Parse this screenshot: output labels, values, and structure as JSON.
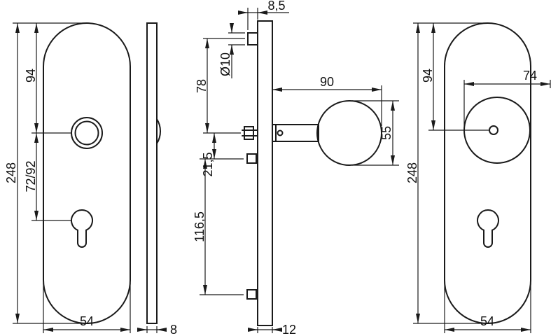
{
  "drawing": {
    "type": "technical-drawing",
    "subject": "security door plate with knob - dimensioned views",
    "background": "#ffffff",
    "line_color": "#1a1a1a",
    "views": {
      "front_left": {
        "name": "front view lever plate with euro profile cutout",
        "dims": {
          "total_height": "248",
          "top_to_axis": "94",
          "axis_to_cylinder": "72/92",
          "width": "54"
        }
      },
      "side_plate": {
        "name": "side view plate only",
        "dims": {
          "thickness": "8"
        }
      },
      "side_knob": {
        "name": "side view plate with knob and fixing bolts",
        "dims": {
          "screw_protrusion": "8,5",
          "spindle_diameter": "Ø10",
          "screw_to_axis": "78",
          "axis_to_bolt": "21,5",
          "bolt_spacing": "116,5",
          "knob_projection": "90",
          "knob_diameter": "55",
          "plate_depth": "12"
        }
      },
      "front_right": {
        "name": "front view knob plate with euro profile cutout",
        "dims": {
          "total_height": "248",
          "top_to_axis": "94",
          "knob_offset": "74",
          "width": "54"
        }
      }
    }
  }
}
